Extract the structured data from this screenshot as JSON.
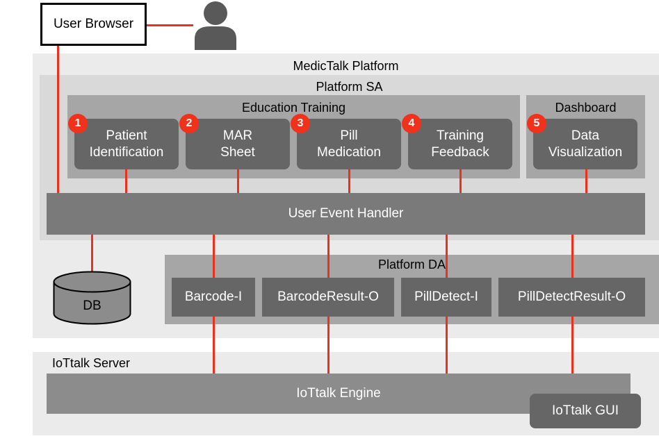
{
  "user_browser": {
    "label": "User Browser"
  },
  "medictalk": {
    "title": "MedicTalk Platform"
  },
  "platform_sa": {
    "title": "Platform SA"
  },
  "education": {
    "title": "Education Training",
    "modules": [
      {
        "num": "1",
        "line1": "Patient",
        "line2": "Identification"
      },
      {
        "num": "2",
        "line1": "MAR",
        "line2": "Sheet"
      },
      {
        "num": "3",
        "line1": "Pill",
        "line2": "Medication"
      },
      {
        "num": "4",
        "line1": "Training",
        "line2": "Feedback"
      }
    ]
  },
  "dashboard": {
    "title": "Dashboard",
    "module": {
      "num": "5",
      "line1": "Data",
      "line2": "Visualization"
    }
  },
  "event_handler": {
    "label": "User Event Handler"
  },
  "db": {
    "label": "DB"
  },
  "platform_da": {
    "title": "Platform DA",
    "modules": [
      {
        "label": "Barcode-I"
      },
      {
        "label": "BarcodeResult-O"
      },
      {
        "label": "PillDetect-I"
      },
      {
        "label": "PillDetectResult-O"
      }
    ]
  },
  "iottalk_server": {
    "title": "IoTtalk Server"
  },
  "iottalk_engine": {
    "label": "IoTtalk Engine"
  },
  "iottalk_gui": {
    "label": "IoTtalk GUI"
  },
  "colors": {
    "connector": "#e8321e",
    "badge": "#f0311c",
    "outer_region": "#ebebeb",
    "inner_region": "#d9d9d9",
    "group_region": "#a6a6a6",
    "module_box": "#666666",
    "handler_box": "#7a7a7a",
    "engine_box": "#8c8c8c"
  }
}
